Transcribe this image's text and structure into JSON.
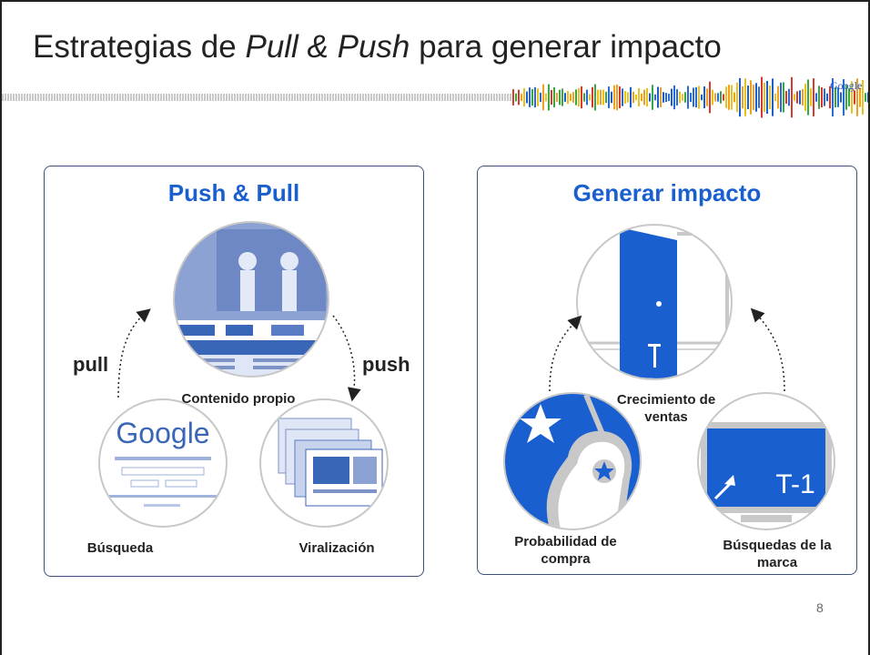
{
  "slide": {
    "title_before": "Estrategias de ",
    "title_em": "Pull & Push",
    "title_after": " para generar impacto",
    "logo_text": "Google",
    "page_number": "8"
  },
  "left_panel": {
    "title": "Push & Pull",
    "pull_label": "pull",
    "push_label": "push",
    "content_label": "Contenido propio",
    "search_label": "Búsqueda",
    "viral_label": "Viralización",
    "google_thumb_text": "Google"
  },
  "right_panel": {
    "title": "Generar impacto",
    "sales_label_line1": "Crecimiento de",
    "sales_label_line2": "ventas",
    "purchase_label_line1": "Probabilidad de",
    "purchase_label_line2": "compra",
    "brand_label_line1": "Búsquedas de la",
    "brand_label_line2": "marca",
    "door_tag": "T",
    "screen_tag": "T-1"
  },
  "colors": {
    "accent_blue": "#1a5fd0",
    "panel_border": "#3d4f7a",
    "thumb_blue": "#3a66b8"
  }
}
